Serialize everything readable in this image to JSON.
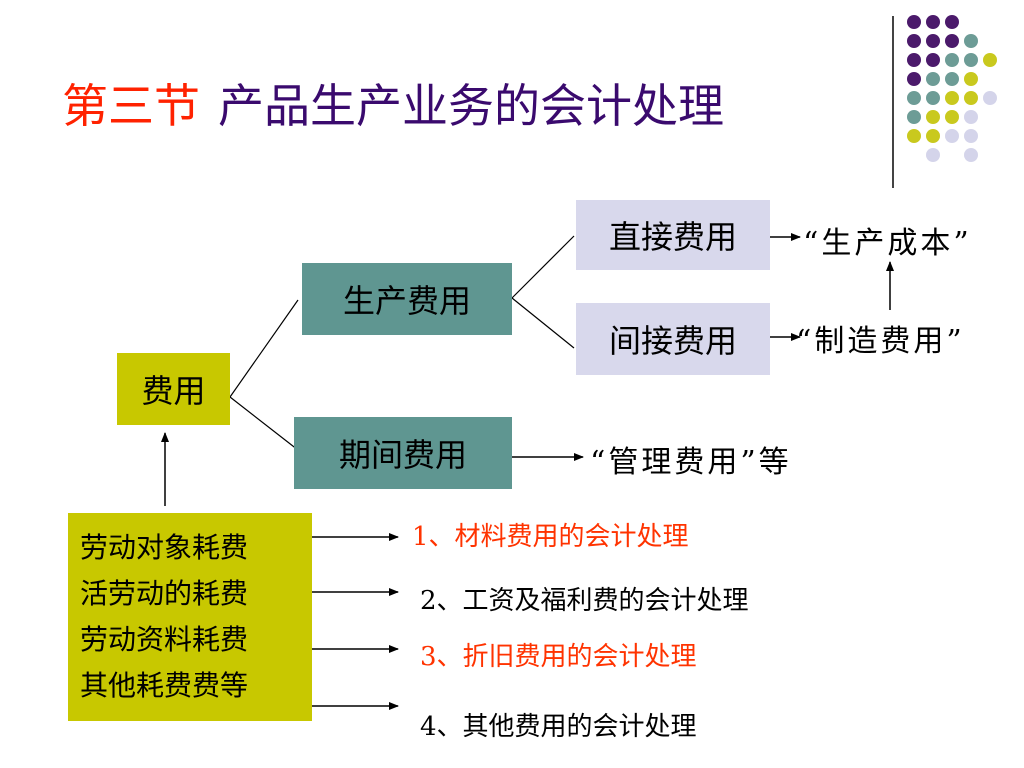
{
  "title": {
    "section": "第三节",
    "main": "产品生产业务的会计处理"
  },
  "colors": {
    "title_section": "#ff2200",
    "title_main": "#3a0a6e",
    "teal_box": "#5f9691",
    "lavender_box": "#d8d8ec",
    "olive_box": "#c8c800",
    "red_item": "#ff3300",
    "dot_purple": "#4b1a6b",
    "dot_teal": "#6d9c96",
    "dot_yellow": "#c9c91e",
    "dot_lavender": "#d4d4ea"
  },
  "diagram": {
    "root": "费用",
    "production": "生产费用",
    "period": "期间费用",
    "direct": "直接费用",
    "indirect": "间接费用",
    "direct_result": "“生产成本”",
    "indirect_result": "“制造费用”",
    "period_result": "“管理费用”等"
  },
  "sources": [
    "劳动对象耗费",
    "活劳动的耗费",
    "劳动资料耗费",
    "其他耗费费等"
  ],
  "items": [
    {
      "text": "1、材料费用的会计处理",
      "highlight": true
    },
    {
      "text": "2、工资及福利费的会计处理",
      "highlight": false
    },
    {
      "text": "3、折旧费用的会计处理",
      "highlight": true
    },
    {
      "text": "4、其他费用的会计处理",
      "highlight": false
    }
  ]
}
